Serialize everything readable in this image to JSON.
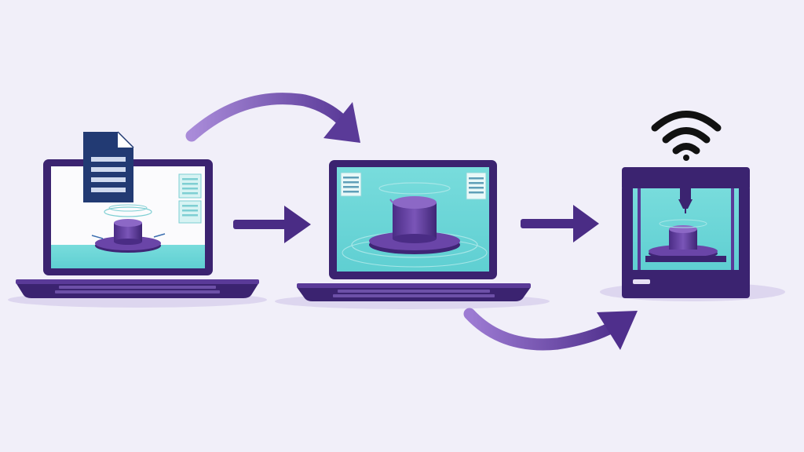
{
  "diagram": {
    "steps": [
      {
        "id": "design",
        "device": "laptop",
        "content": "3d-model-with-document-file"
      },
      {
        "id": "slice",
        "device": "laptop",
        "content": "3d-model-preview"
      },
      {
        "id": "print",
        "device": "3d-printer",
        "content": "printed-model"
      }
    ],
    "connectors": [
      "curved-arrow",
      "straight-arrow",
      "straight-arrow",
      "curved-arrow"
    ],
    "icons": [
      "document-icon",
      "wifi-icon"
    ]
  },
  "colors": {
    "background": "#f1eff9",
    "purple_dark": "#3d2470",
    "purple": "#5a3a98",
    "purple_light": "#8f6cc8",
    "screen_teal": "#6fd6d8",
    "screen_white": "#fbfbfd",
    "doc_navy": "#223a73"
  }
}
